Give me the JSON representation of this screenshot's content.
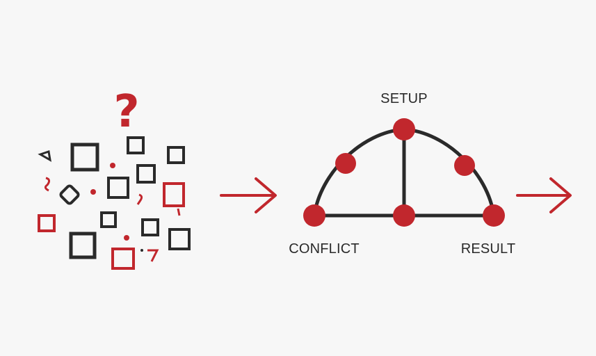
{
  "colors": {
    "accent": "#c1272d",
    "ink": "#2a2a2a",
    "background": "#f7f7f7"
  },
  "chaos": {
    "question_mark": "?"
  },
  "arc": {
    "labels": {
      "setup": "SETUP",
      "conflict": "CONFLICT",
      "result": "RESULT"
    }
  },
  "icons": [
    "question-mark-icon",
    "arrow-right-icon",
    "square-icon",
    "dot-icon"
  ]
}
